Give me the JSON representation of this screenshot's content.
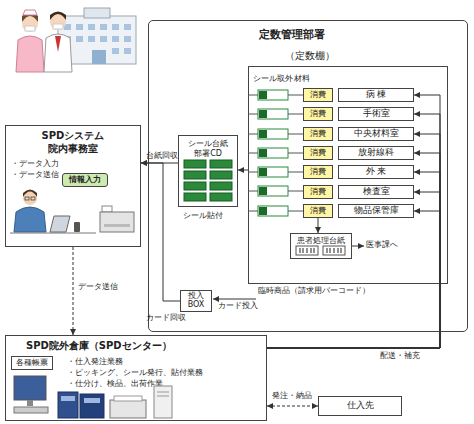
{
  "diagram": {
    "nodes": [
      {
        "text": [
          "定数管理部署"
        ]
      },
      {
        "text": [
          "（定数棚）"
        ],
        "in": 0
      },
      {
        "text": [
          "消費"
        ],
        "in": 1
      },
      {
        "text": [
          "病 棟"
        ],
        "in": 1
      },
      {
        "text": [
          "消費"
        ],
        "in": 1
      },
      {
        "text": [
          "手術室"
        ],
        "in": 1
      },
      {
        "text": [
          "消費"
        ],
        "in": 1
      },
      {
        "text": [
          "中央材料室"
        ],
        "in": 1
      },
      {
        "text": [
          "消費"
        ],
        "in": 1
      },
      {
        "text": [
          "放射線科"
        ],
        "in": 1
      },
      {
        "text": [
          "消費"
        ],
        "in": 1
      },
      {
        "text": [
          "外 来"
        ],
        "in": 1
      },
      {
        "text": [
          "消費"
        ],
        "in": 1
      },
      {
        "text": [
          "検査室"
        ],
        "in": 1
      },
      {
        "text": [
          "消費"
        ],
        "in": 1
      },
      {
        "text": [
          "物品保管庫"
        ],
        "in": 1
      },
      {
        "text": [
          "シール台紙",
          "部署CD"
        ],
        "in": 0
      },
      {
        "text": [
          "患者処理台紙"
        ],
        "in": 1
      },
      {
        "text": [
          "投入",
          "BOX"
        ],
        "in": 0
      },
      {
        "text": [
          "SPDシステム",
          "院内事務室",
          "・データ入力",
          "・データ送信"
        ]
      },
      {
        "text": [
          "情報入力"
        ],
        "in": 19
      },
      {
        "text": [
          "SPD院外倉庫（SPDセンター）",
          "・仕入発注業務",
          "・ピッキング、シール発行、貼付業務",
          "・仕分け、検品、出荷作業"
        ]
      },
      {
        "text": [
          "各種帳票"
        ],
        "in": 21
      },
      {
        "text": [
          "仕入先"
        ]
      }
    ],
    "edges": [
      {
        "from": 16,
        "to": 19,
        "arrow": "to",
        "label": "台紙回収"
      },
      {
        "from": 18,
        "to": 19,
        "arrow": "to",
        "label": "カード回収"
      },
      {
        "from": 19,
        "to": 21,
        "arrow": "to",
        "label": "データ送信"
      },
      {
        "from": 1,
        "to": 16,
        "arrow": "to"
      },
      {
        "from": 14,
        "to": 17,
        "arrow": "to"
      },
      {
        "from": 21,
        "to": 3,
        "arrow": "to",
        "label": "配送・補充"
      },
      {
        "from": 21,
        "to": 5,
        "arrow": "to"
      },
      {
        "from": 21,
        "to": 7,
        "arrow": "to"
      },
      {
        "from": 21,
        "to": 9,
        "arrow": "to"
      },
      {
        "from": 21,
        "to": 11,
        "arrow": "to"
      },
      {
        "from": 21,
        "to": 13,
        "arrow": "to"
      },
      {
        "from": 21,
        "to": 15,
        "arrow": "to"
      },
      {
        "from": 21,
        "to": 23,
        "arrow": "both",
        "label": "発注・納品"
      }
    ],
    "labels": [
      "シール取外",
      "材料",
      "シール貼付",
      "医事課へ",
      "臨時商品（請求用バーコード）",
      "カード投入"
    ]
  }
}
